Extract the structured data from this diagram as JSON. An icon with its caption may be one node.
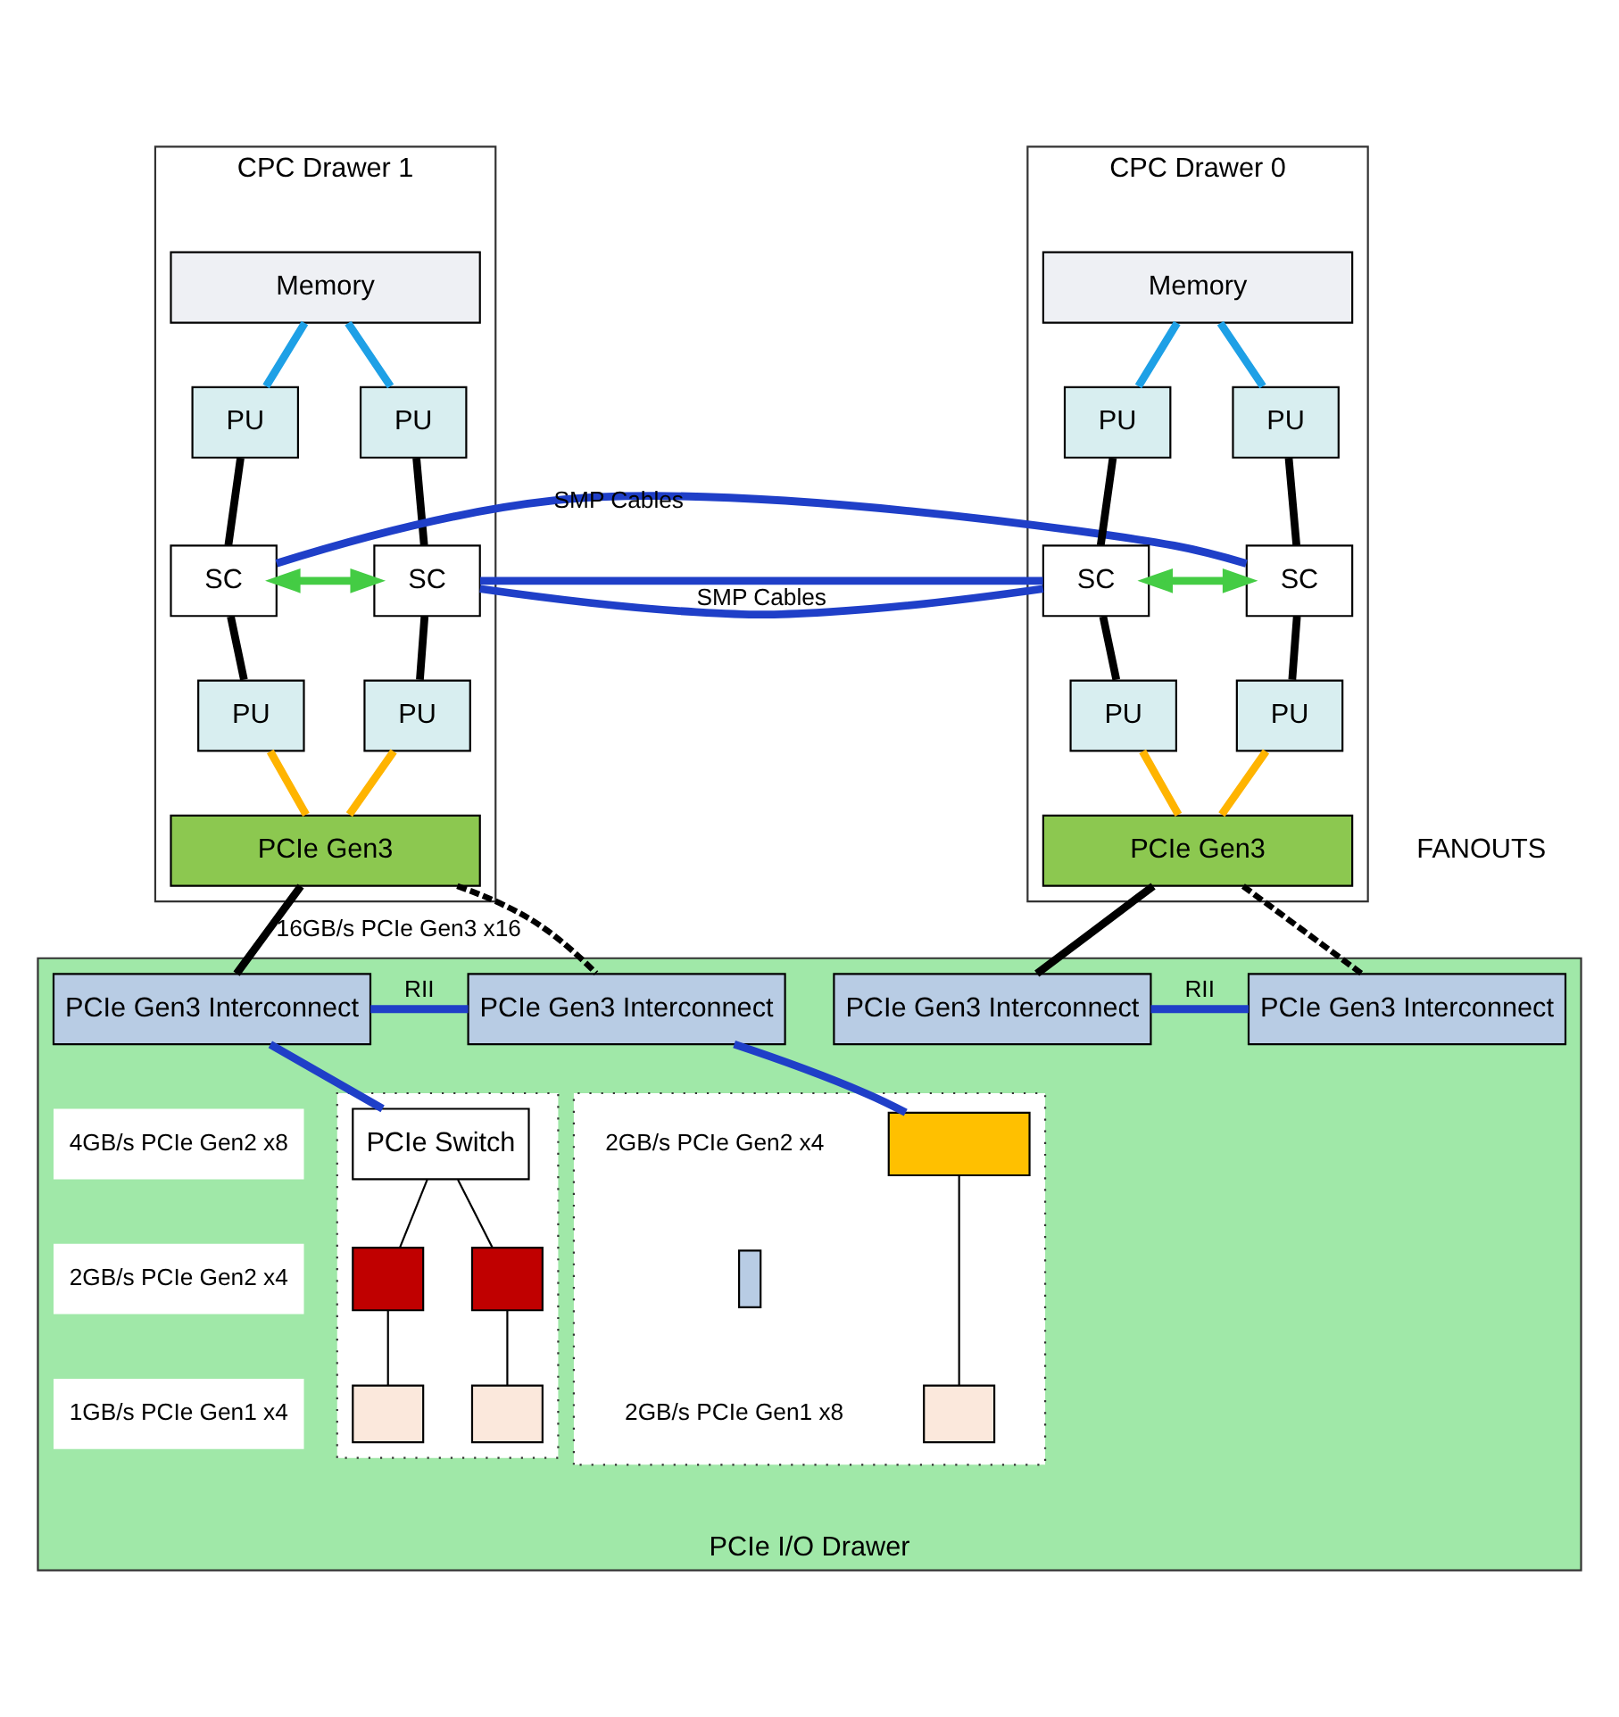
{
  "diagram": {
    "nodes": [
      {
        "text": [
          "CPC Drawer 1"
        ]
      },
      {
        "text": [
          "Memory"
        ],
        "in": 0
      },
      {
        "text": [
          "PU"
        ],
        "in": 0
      },
      {
        "text": [
          "PU"
        ],
        "in": 0
      },
      {
        "text": [
          "SC"
        ],
        "in": 0
      },
      {
        "text": [
          "SC"
        ],
        "in": 0
      },
      {
        "text": [
          "PU"
        ],
        "in": 0
      },
      {
        "text": [
          "PU"
        ],
        "in": 0
      },
      {
        "text": [
          "PCIe Gen3"
        ],
        "in": 0
      },
      {
        "text": [
          "CPC Drawer 0"
        ]
      },
      {
        "text": [
          "Memory"
        ],
        "in": 9
      },
      {
        "text": [
          "PU"
        ],
        "in": 9
      },
      {
        "text": [
          "PU"
        ],
        "in": 9
      },
      {
        "text": [
          "SC"
        ],
        "in": 9
      },
      {
        "text": [
          "SC"
        ],
        "in": 9
      },
      {
        "text": [
          "PU"
        ],
        "in": 9
      },
      {
        "text": [
          "PU"
        ],
        "in": 9
      },
      {
        "text": [
          "PCIe Gen3"
        ],
        "in": 9
      },
      {
        "text": [
          "PCIe I/O Drawer"
        ]
      },
      {
        "text": [
          "PCIe Gen3 Interconnect"
        ],
        "in": 18
      },
      {
        "text": [
          "PCIe Gen3 Interconnect"
        ],
        "in": 18
      },
      {
        "text": [
          "PCIe Gen3 Interconnect"
        ],
        "in": 18
      },
      {
        "text": [
          "PCIe Gen3 Interconnect"
        ],
        "in": 18
      },
      {
        "text": [],
        "shape": "box",
        "in": 18
      },
      {
        "text": [
          "PCIe Switch"
        ],
        "in": 23
      },
      {
        "text": [],
        "shape": "box",
        "in": 23
      },
      {
        "text": [],
        "shape": "box",
        "in": 23
      },
      {
        "text": [],
        "shape": "box",
        "in": 23
      },
      {
        "text": [],
        "shape": "box",
        "in": 23
      },
      {
        "text": [],
        "shape": "box",
        "in": 18
      },
      {
        "text": [],
        "shape": "box",
        "in": 29
      },
      {
        "text": [],
        "shape": "box",
        "in": 29
      },
      {
        "text": [],
        "shape": "box",
        "in": 29
      }
    ],
    "edges": [
      {
        "from": 1,
        "to": 2,
        "arrow": "none",
        "color": "#1ea0e6"
      },
      {
        "from": 1,
        "to": 3,
        "arrow": "none",
        "color": "#1ea0e6"
      },
      {
        "from": 2,
        "to": 4,
        "arrow": "none"
      },
      {
        "from": 3,
        "to": 5,
        "arrow": "none"
      },
      {
        "from": 4,
        "to": 5,
        "arrow": "both",
        "color": "#44cc44"
      },
      {
        "from": 4,
        "to": 6,
        "arrow": "none"
      },
      {
        "from": 5,
        "to": 7,
        "arrow": "none"
      },
      {
        "from": 6,
        "to": 8,
        "arrow": "none",
        "color": "#ffb400"
      },
      {
        "from": 7,
        "to": 8,
        "arrow": "none",
        "color": "#ffb400"
      },
      {
        "from": 10,
        "to": 11,
        "arrow": "none",
        "color": "#1ea0e6"
      },
      {
        "from": 10,
        "to": 12,
        "arrow": "none",
        "color": "#1ea0e6"
      },
      {
        "from": 11,
        "to": 13,
        "arrow": "none"
      },
      {
        "from": 12,
        "to": 14,
        "arrow": "none"
      },
      {
        "from": 13,
        "to": 14,
        "arrow": "both",
        "color": "#44cc44"
      },
      {
        "from": 13,
        "to": 15,
        "arrow": "none"
      },
      {
        "from": 14,
        "to": 16,
        "arrow": "none"
      },
      {
        "from": 15,
        "to": 17,
        "arrow": "none",
        "color": "#ffb400"
      },
      {
        "from": 16,
        "to": 17,
        "arrow": "none",
        "color": "#ffb400"
      },
      {
        "from": 4,
        "to": 14,
        "label": "SMP Cables",
        "arrow": "none",
        "color": "#1f3fc8"
      },
      {
        "from": 5,
        "to": 13,
        "label": "SMP Cables",
        "arrow": "none",
        "color": "#1f3fc8"
      },
      {
        "from": 8,
        "to": 19,
        "label": "16GB/s PCIe Gen3 x16",
        "arrow": "none"
      },
      {
        "from": 8,
        "to": 20,
        "arrow": "none",
        "style": "dashed"
      },
      {
        "from": 17,
        "to": 21,
        "arrow": "none"
      },
      {
        "from": 17,
        "to": 22,
        "arrow": "none",
        "style": "dashed"
      },
      {
        "from": 19,
        "to": 20,
        "label": "RII",
        "arrow": "none",
        "color": "#1f3fc8"
      },
      {
        "from": 21,
        "to": 22,
        "label": "RII",
        "arrow": "none",
        "color": "#1f3fc8"
      },
      {
        "from": 19,
        "to": 24,
        "arrow": "none",
        "color": "#1f3fc8"
      },
      {
        "from": 24,
        "to": 25,
        "arrow": "none"
      },
      {
        "from": 24,
        "to": 26,
        "arrow": "none"
      },
      {
        "from": 25,
        "to": 27,
        "arrow": "none"
      },
      {
        "from": 26,
        "to": 28,
        "arrow": "none"
      },
      {
        "from": 20,
        "to": 30,
        "arrow": "none",
        "color": "#1f3fc8"
      },
      {
        "from": 30,
        "to": 32,
        "arrow": "none"
      }
    ],
    "labels": [
      "FANOUTS",
      "4GB/s PCIe Gen2 x8",
      "2GB/s PCIe Gen2 x4",
      "1GB/s PCIe Gen1 x4",
      "2GB/s PCIe Gen2 x4",
      "2GB/s PCIe Gen1 x8"
    ]
  }
}
